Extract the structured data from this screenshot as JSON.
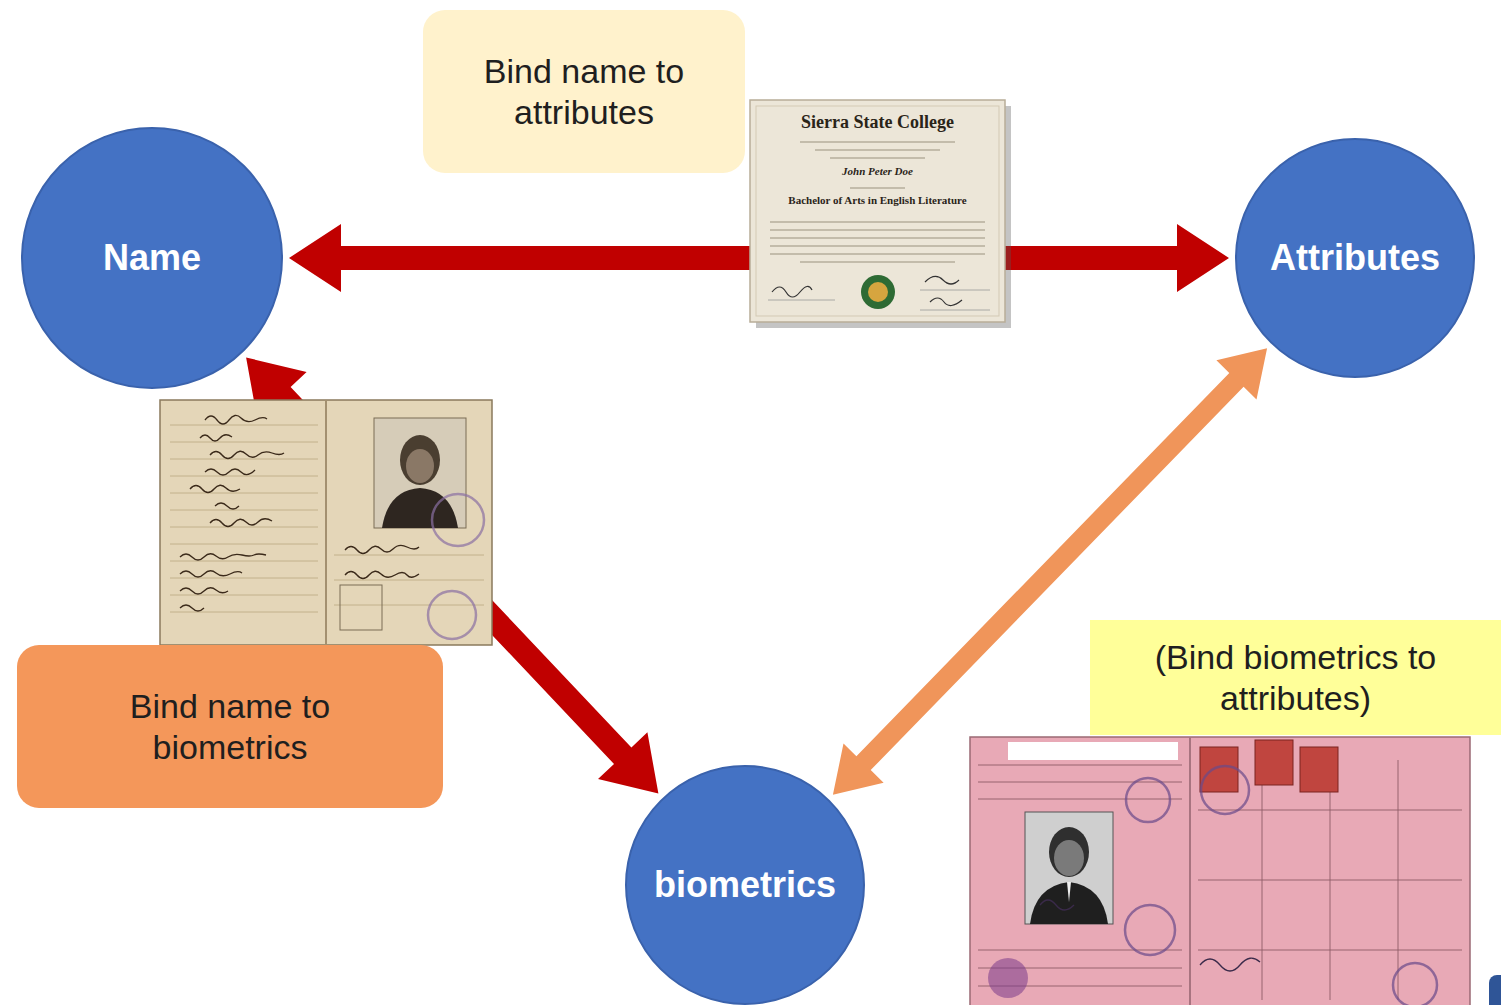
{
  "diagram": {
    "nodes": [
      {
        "text": [
          "Bind name to attributes"
        ]
      },
      {
        "text": [
          "Name"
        ]
      },
      {
        "text": [
          "Attributes"
        ]
      },
      {
        "text": [
          "Bind name to biometrics"
        ]
      },
      {
        "text": [
          "(Bind biometrics to attributes)"
        ]
      },
      {
        "text": [
          "biometrics"
        ]
      }
    ],
    "edges": [
      {
        "from": 1,
        "to": 2,
        "arrow": "both"
      },
      {
        "from": 1,
        "to": 5,
        "arrow": "both"
      },
      {
        "from": 5,
        "to": 2,
        "arrow": "both"
      }
    ],
    "labels": [
      "Sierra State College",
      "John Peter Doe",
      "Bachelor of Arts in English Literature"
    ]
  }
}
